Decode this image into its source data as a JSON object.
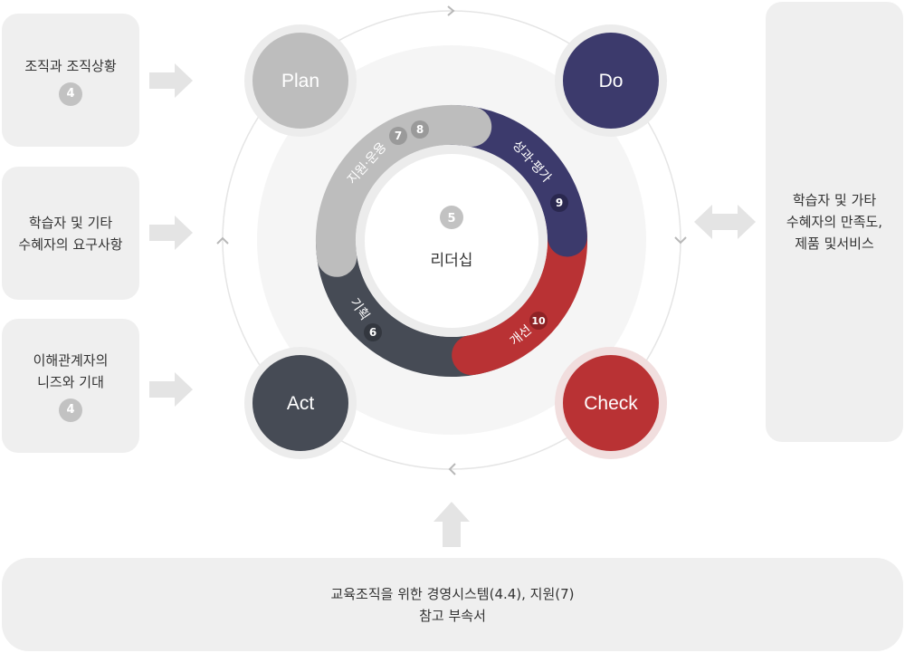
{
  "inputs": [
    {
      "lines": [
        "조직과 조직상황"
      ],
      "badge": "4"
    },
    {
      "lines": [
        "학습자 및 기타",
        "수혜자의 요구사항"
      ],
      "badge": ""
    },
    {
      "lines": [
        "이해관계자의",
        "니즈와 기대"
      ],
      "badge": "4"
    }
  ],
  "output": {
    "lines": [
      "학습자 및 가타",
      "수혜자의 만족도,",
      "제품 및서비스"
    ]
  },
  "bottom": {
    "lines": [
      "교육조직을 위한 경영시스템(4.4), 지원(7)",
      "참고 부속서"
    ]
  },
  "cycle": {
    "plan": "Plan",
    "do": "Do",
    "check": "Check",
    "act": "Act"
  },
  "ring": {
    "support": {
      "label": "지원·운용",
      "nums": [
        "7",
        "8"
      ]
    },
    "performance": {
      "label": "성과·평가",
      "num": "9"
    },
    "improvement": {
      "label": "개선",
      "num": "10"
    },
    "planning": {
      "label": "기획",
      "num": "6"
    }
  },
  "center": {
    "num": "5",
    "label": "리더십"
  },
  "colors": {
    "plan": "#bdbdbd",
    "do": "#3c3a6c",
    "check": "#b93234",
    "act": "#464b55",
    "box": "#efefef",
    "arrow": "#e4e4e4"
  }
}
